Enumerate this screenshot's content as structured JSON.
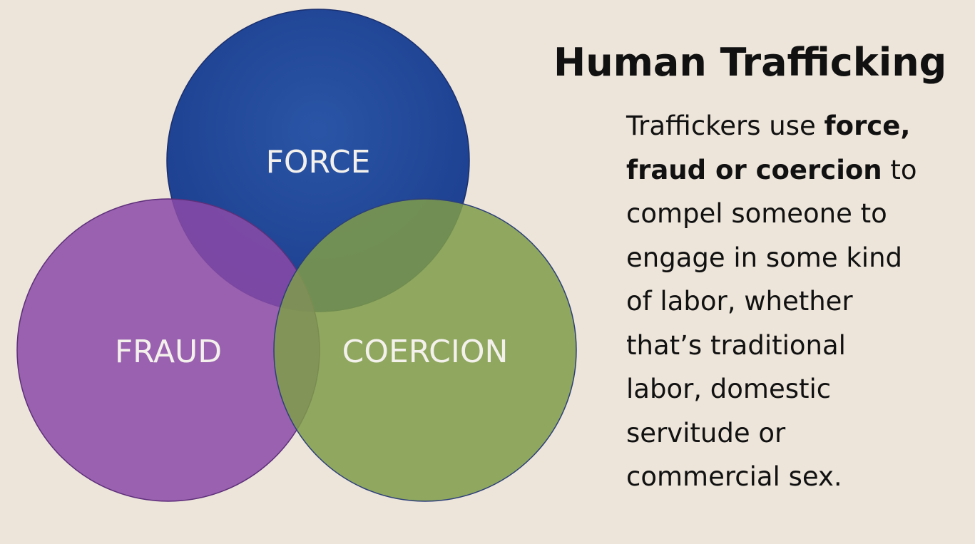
{
  "diagram": {
    "circles": [
      {
        "id": "force",
        "label": "FORCE",
        "color": "#1f4a9e"
      },
      {
        "id": "fraud",
        "label": "FRAUD",
        "color": "#8a4ba8"
      },
      {
        "id": "coercion",
        "label": "COERCION",
        "color": "#7f9c4a"
      }
    ]
  },
  "panel": {
    "title": "Human Trafficking",
    "lines": [
      {
        "text": "Traffickers use ",
        "bold": "force,"
      },
      {
        "bold": "fraud or coercion",
        "text": " to"
      },
      {
        "text": "compel someone to"
      },
      {
        "text": "engage in some kind"
      },
      {
        "text": "of labor, whether"
      },
      {
        "text": "that’s traditional"
      },
      {
        "text": "labor, domestic"
      },
      {
        "text": "servitude or"
      },
      {
        "text": "commercial sex."
      }
    ]
  }
}
